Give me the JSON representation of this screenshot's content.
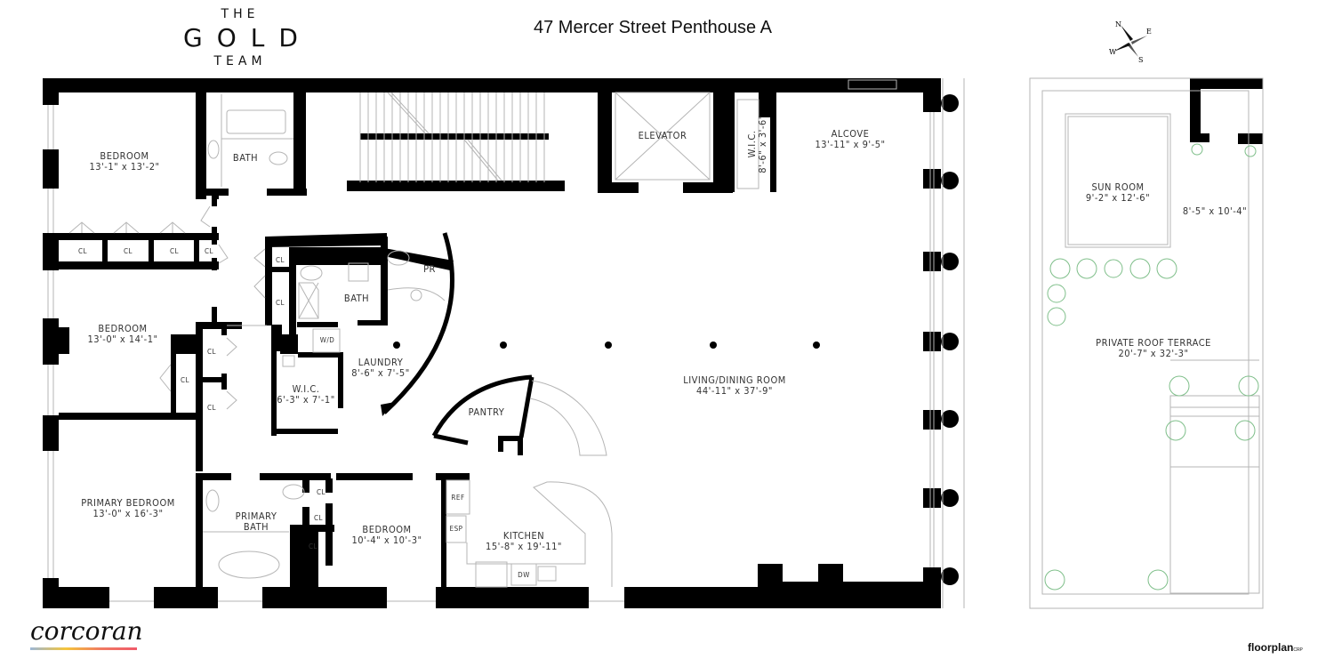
{
  "header": {
    "brand": {
      "line1": "THE",
      "line2": "GOLD",
      "line3": "TEAM"
    },
    "title": "47 Mercer Street Penthouse A",
    "compass": {
      "n": "N",
      "e": "E",
      "s": "S",
      "w": "W"
    }
  },
  "rooms": [
    {
      "id": "bedroom-1",
      "name": "BEDROOM",
      "dims": "13'-1\" x 13'-2\""
    },
    {
      "id": "bath-1",
      "name": "BATH",
      "dims": ""
    },
    {
      "id": "elevator",
      "name": "ELEVATOR",
      "dims": ""
    },
    {
      "id": "wic-1",
      "name": "W.I.C.",
      "dims": "8'-6\" x 3'-6\""
    },
    {
      "id": "alcove",
      "name": "ALCOVE",
      "dims": "13'-11\" x 9'-5\""
    },
    {
      "id": "bedroom-2",
      "name": "BEDROOM",
      "dims": "13'-0\" x 14'-1\""
    },
    {
      "id": "bath-2",
      "name": "BATH",
      "dims": ""
    },
    {
      "id": "powder-room",
      "name": "PR",
      "dims": ""
    },
    {
      "id": "laundry",
      "name": "LAUNDRY",
      "dims": "8'-6\" x 7'-5\""
    },
    {
      "id": "wic-2",
      "name": "W.I.C.",
      "dims": "6'-3\" x 7'-1\""
    },
    {
      "id": "pantry",
      "name": "PANTRY",
      "dims": ""
    },
    {
      "id": "living-dining",
      "name": "LIVING/DINING ROOM",
      "dims": "44'-11\" x 37'-9\""
    },
    {
      "id": "primary-bedroom",
      "name": "PRIMARY BEDROOM",
      "dims": "13'-0\" x 16'-3\""
    },
    {
      "id": "primary-bath",
      "name": "PRIMARY",
      "name2": "BATH",
      "dims": ""
    },
    {
      "id": "bedroom-3",
      "name": "BEDROOM",
      "dims": "10'-4\" x 10'-3\""
    },
    {
      "id": "kitchen",
      "name": "KITCHEN",
      "dims": "15'-8\" x 19'-11\""
    }
  ],
  "fixtures": {
    "closet": "CL",
    "washer_dryer": "W/D",
    "refrigerator": "REF",
    "espresso": "ESP",
    "dishwasher": "DW"
  },
  "roof": {
    "sun_room": {
      "name": "SUN ROOM",
      "dims": "9'-2\" x 12'-6\""
    },
    "side_area": {
      "dims": "8'-5\" x 10'-4\""
    },
    "terrace": {
      "name": "PRIVATE ROOF TERRACE",
      "dims": "20'-7\" x 32'-3\""
    }
  },
  "footer": {
    "brokerage": "corcoran",
    "credit": "floorplan",
    "credit_suffix": "CRP"
  },
  "colors": {
    "wall": "#000000",
    "line": "#b5b5b5",
    "plant": "#7fbf8a",
    "text": "#333333"
  }
}
